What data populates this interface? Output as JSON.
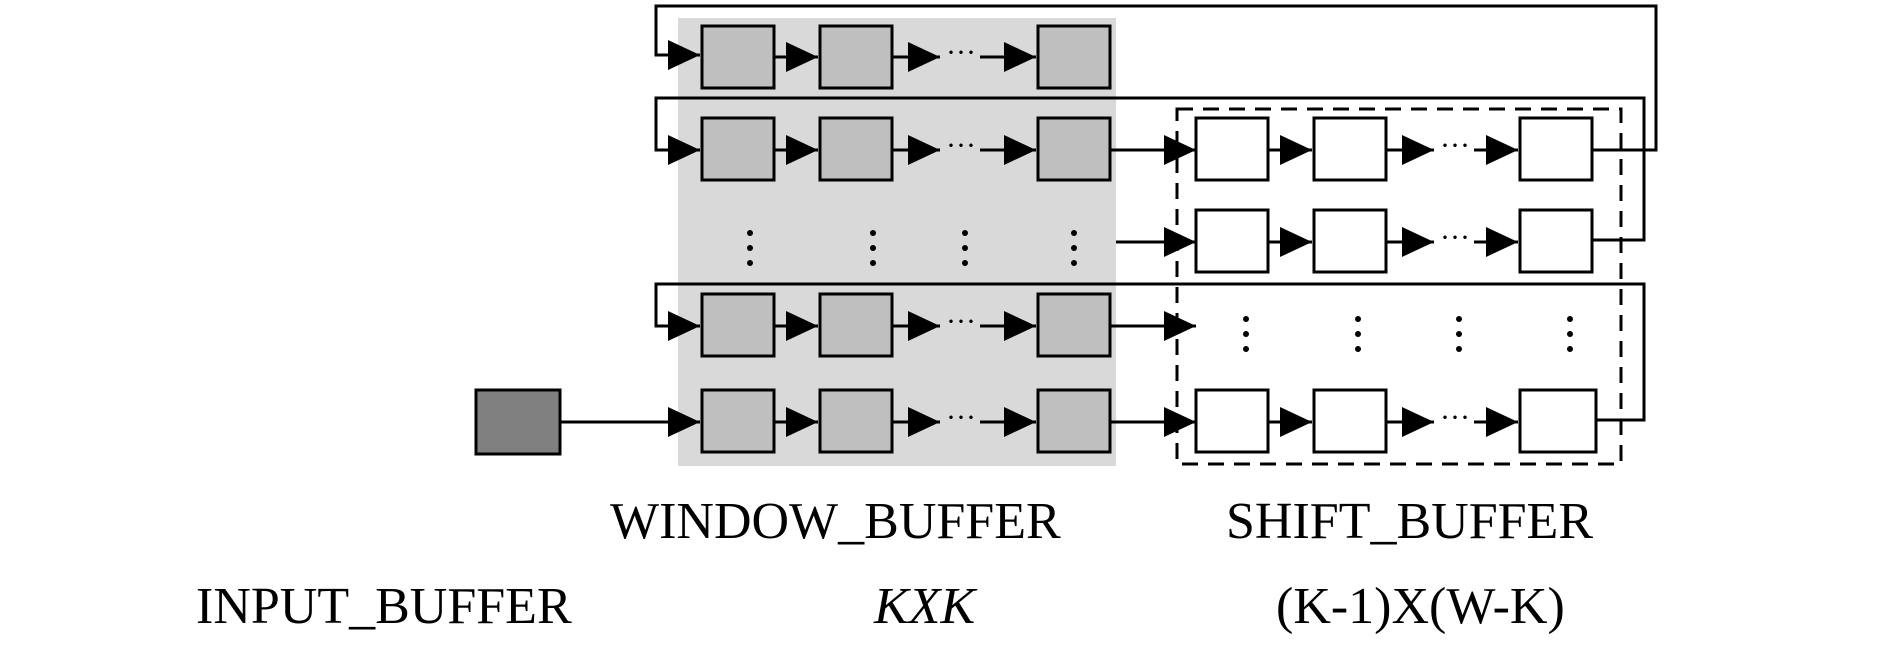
{
  "labels": {
    "window_buffer": "WINDOW_BUFFER",
    "window_size": "KXK",
    "shift_buffer": "SHIFT_BUFFER",
    "shift_size": "(K-1)X(W-K)",
    "input_buffer": "INPUT_BUFFER"
  },
  "colors": {
    "window_region": "#d9d9d9",
    "window_cell": "#bfbfbf",
    "input_cell": "#808080",
    "shift_cell": "#ffffff",
    "stroke": "#000000"
  }
}
